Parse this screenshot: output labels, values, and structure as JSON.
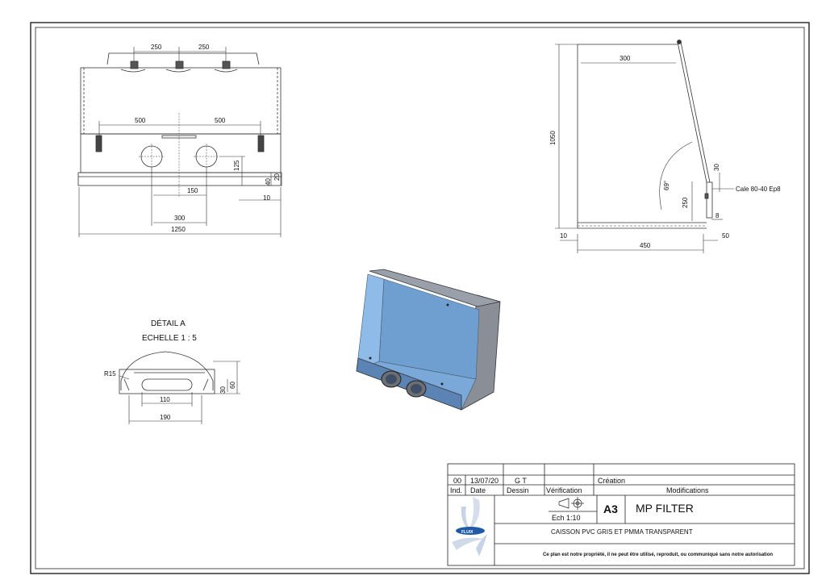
{
  "views": {
    "front": {
      "dims": {
        "top_left": "250",
        "top_right": "250",
        "mid_left": "500",
        "mid_right": "500",
        "d125": "125",
        "d20": "20",
        "d40": "40",
        "d10": "10",
        "d150": "150",
        "d300": "300",
        "d1250": "1250"
      }
    },
    "side": {
      "dims": {
        "d300": "300",
        "d1050": "1050",
        "d30": "30",
        "d250": "250",
        "d8": "8",
        "d10": "10",
        "d450": "450",
        "d50": "50",
        "angle": "69°"
      },
      "note": "Cale 80-40 Ep8"
    },
    "detail": {
      "title": "DÉTAIL A",
      "scale": "ECHELLE 1 : 5",
      "dims": {
        "r15": "R15",
        "d110": "110",
        "d190": "190",
        "d30": "30",
        "d60": "60"
      }
    }
  },
  "title_block": {
    "rev": {
      "ind": "00",
      "date": "13/07/20",
      "dessin": "G T",
      "modif": "Création"
    },
    "headers": {
      "ind": "Ind.",
      "date": "Date",
      "dessin": "Dessin",
      "verif": "Vérification",
      "modif": "Modifications"
    },
    "scale": "Ech 1:10",
    "format": "A3",
    "client": "MP FILTER",
    "designation": "CAISSON PVC GRIS ET PMMA TRANSPARENT",
    "notice": "Ce plan est notre propriété, il ne peut être utilisé, reproduit, ou communiqué sans notre autorisation",
    "logo_text": "FLUIX"
  },
  "colors": {
    "line": "#222222",
    "box_blue": "#7fb0e0",
    "box_grey": "#8a8e96"
  }
}
